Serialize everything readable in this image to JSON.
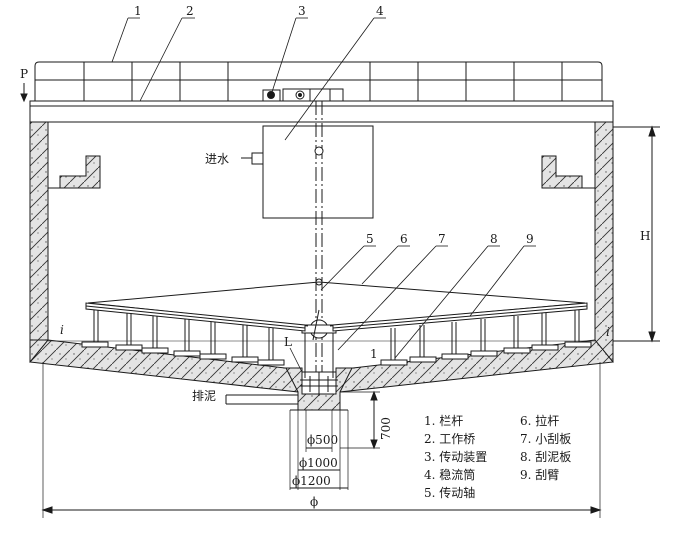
{
  "callouts": [
    "1",
    "2",
    "3",
    "4",
    "5",
    "6",
    "7",
    "8",
    "9"
  ],
  "labels": {
    "inlet": "进水",
    "sludge_outlet": "排泥",
    "p_marker": "P",
    "h_dim": "H",
    "small_i_left": "i",
    "small_i_right": "i",
    "small_L": "L",
    "small_1": "1"
  },
  "dimensions": {
    "d500": "ϕ500",
    "d1000": "ϕ1000",
    "d1200": "ϕ1200",
    "h700": "700",
    "overall": "ϕ"
  },
  "legend": [
    "1. 栏杆",
    "6. 拉杆",
    "2. 工作桥",
    "7. 小刮板",
    "3. 传动装置",
    "8. 刮泥板",
    "4. 稳流筒",
    "9. 刮臂",
    "5. 传动轴"
  ],
  "colors": {
    "line": "#1a1a1a",
    "concrete": "#e2e2e2"
  }
}
